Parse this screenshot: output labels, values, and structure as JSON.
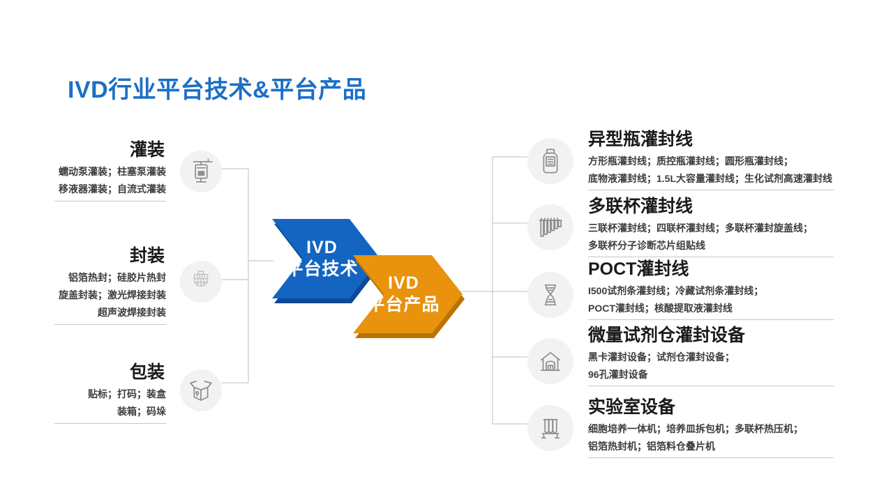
{
  "title": "IVD行业平台技术&平台产品",
  "center": {
    "tech": {
      "line1": "IVD",
      "line2": "平台技术"
    },
    "product": {
      "line1": "IVD",
      "line2": "平台产品"
    }
  },
  "left_sections": [
    {
      "heading": "灌装",
      "icon": "filling-machine-icon",
      "lines": [
        "蠕动泵灌装；柱塞泵灌装",
        "移液器灌装；自流式灌装"
      ]
    },
    {
      "heading": "封装",
      "icon": "capping-machine-icon",
      "lines": [
        "铝箔热封；硅胶片热封",
        "旋盖封装；激光焊接封装",
        "超声波焊接封装"
      ]
    },
    {
      "heading": "包装",
      "icon": "packing-box-icon",
      "lines": [
        "贴标；打码；装盒",
        "装箱；码垛"
      ]
    }
  ],
  "right_sections": [
    {
      "heading": "异型瓶灌封线",
      "icon": "reagent-bottle-icon",
      "lines": [
        "方形瓶灌封线；质控瓶灌封线；圆形瓶灌封线；",
        "底物液灌封线；1.5L大容量灌封线；生化试剂高速灌封线"
      ]
    },
    {
      "heading": "多联杯灌封线",
      "icon": "multi-cup-strip-icon",
      "lines": [
        "三联杯灌封线；四联杯灌封线；多联杯灌封旋盖线；",
        "多联杯分子诊断芯片组贴线"
      ]
    },
    {
      "heading": "POCT灌封线",
      "icon": "dna-helix-icon",
      "lines": [
        "I500试剂条灌封线；冷藏试剂条灌封线；",
        "POCT灌封线；核酸提取液灌封线"
      ]
    },
    {
      "heading": "微量试剂仓灌封设备",
      "icon": "warehouse-icon",
      "lines": [
        "黑卡灌封设备；试剂仓灌封设备；",
        "96孔灌封设备"
      ]
    },
    {
      "heading": "实验室设备",
      "icon": "test-tube-rack-icon",
      "lines": [
        "细胞培养一体机；培养皿拆包机；多联杯热压机；",
        "铝箔热封机；铝箔料仓叠片机"
      ]
    }
  ],
  "colors": {
    "title_blue": "#1b6fc7",
    "chevron_blue": "#1465c2",
    "chevron_blue_dark": "#0c4a96",
    "chevron_orange": "#e8920d",
    "chevron_orange_dark": "#bc7203",
    "circle_bg": "#f2f2f2",
    "divider": "#c6c6c6"
  }
}
